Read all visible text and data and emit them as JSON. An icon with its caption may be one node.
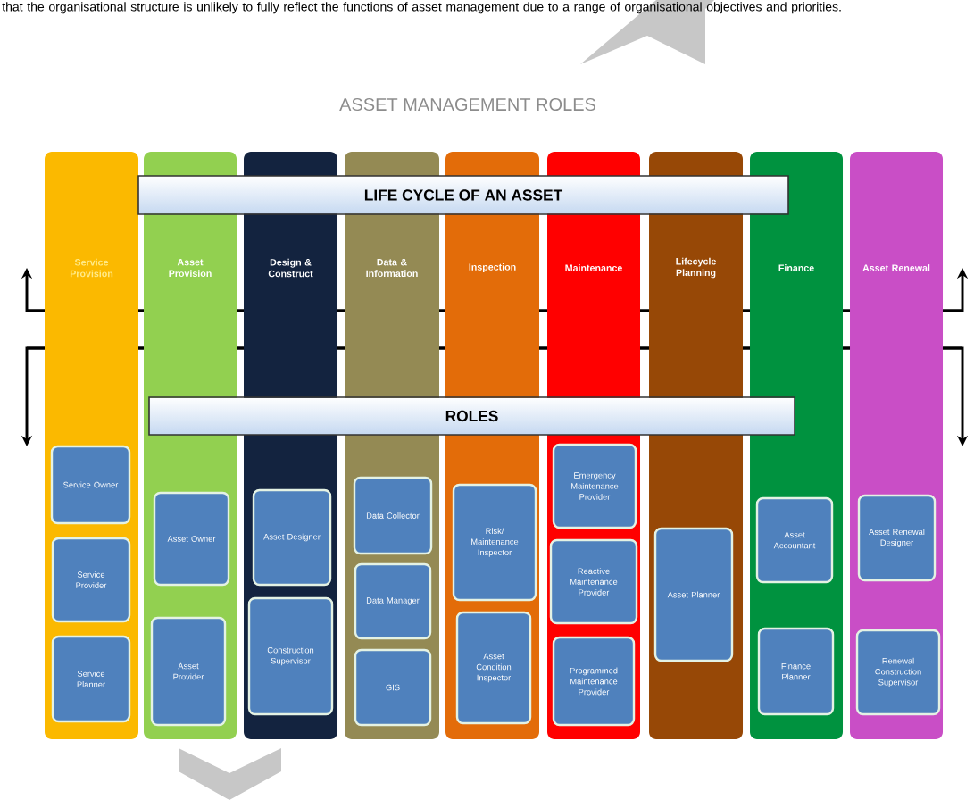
{
  "diagram": {
    "title": "ASSET MANAGEMENT ROLES",
    "nodes": [
      {
        "text": [
          "Service Provision"
        ]
      },
      {
        "text": [
          "Service Owner"
        ],
        "in": 0
      },
      {
        "text": [
          "Service Provider"
        ],
        "in": 0
      },
      {
        "text": [
          "Service Planner"
        ],
        "in": 0
      },
      {
        "text": [
          "Asset Provision"
        ]
      },
      {
        "text": [
          "Asset Owner"
        ],
        "in": 4
      },
      {
        "text": [
          "Asset Provider"
        ],
        "in": 4
      },
      {
        "text": [
          "Design & Construct"
        ]
      },
      {
        "text": [
          "Asset Designer"
        ],
        "in": 7
      },
      {
        "text": [
          "Construction Supervisor"
        ],
        "in": 7
      },
      {
        "text": [
          "Data & Information"
        ]
      },
      {
        "text": [
          "Data Collector"
        ],
        "in": 10
      },
      {
        "text": [
          "Data Manager"
        ],
        "in": 10
      },
      {
        "text": [
          "GIS"
        ],
        "in": 10
      },
      {
        "text": [
          "Inspection"
        ]
      },
      {
        "text": [
          "Risk/ Maintenance Inspector"
        ],
        "in": 14
      },
      {
        "text": [
          "Asset Condition Inspector"
        ],
        "in": 14
      },
      {
        "text": [
          "Maintenance"
        ]
      },
      {
        "text": [
          "Emergency Maintenance Provider"
        ],
        "in": 17
      },
      {
        "text": [
          "Reactive Maintenance Provider"
        ],
        "in": 17
      },
      {
        "text": [
          "Programmed Maintenance Provider"
        ],
        "in": 17
      },
      {
        "text": [
          "Lifecycle Planning"
        ]
      },
      {
        "text": [
          "Asset Planner"
        ],
        "in": 21
      },
      {
        "text": [
          "Finance"
        ]
      },
      {
        "text": [
          "Asset Accountant"
        ],
        "in": 23
      },
      {
        "text": [
          "Finance Planner"
        ],
        "in": 23
      },
      {
        "text": [
          "Asset Renewal"
        ]
      },
      {
        "text": [
          "Asset Renewal Designer"
        ],
        "in": 26
      },
      {
        "text": [
          "Renewal Construction Supervisor"
        ],
        "in": 26
      },
      {
        "text": [
          "LIFE CYCLE OF AN ASSET"
        ]
      },
      {
        "text": [
          "ROLES"
        ]
      }
    ],
    "labels": [
      "that the organisational structure is unlikely to fully reflect the functions of asset management due to a range of organisational objectives and priorities."
    ]
  }
}
